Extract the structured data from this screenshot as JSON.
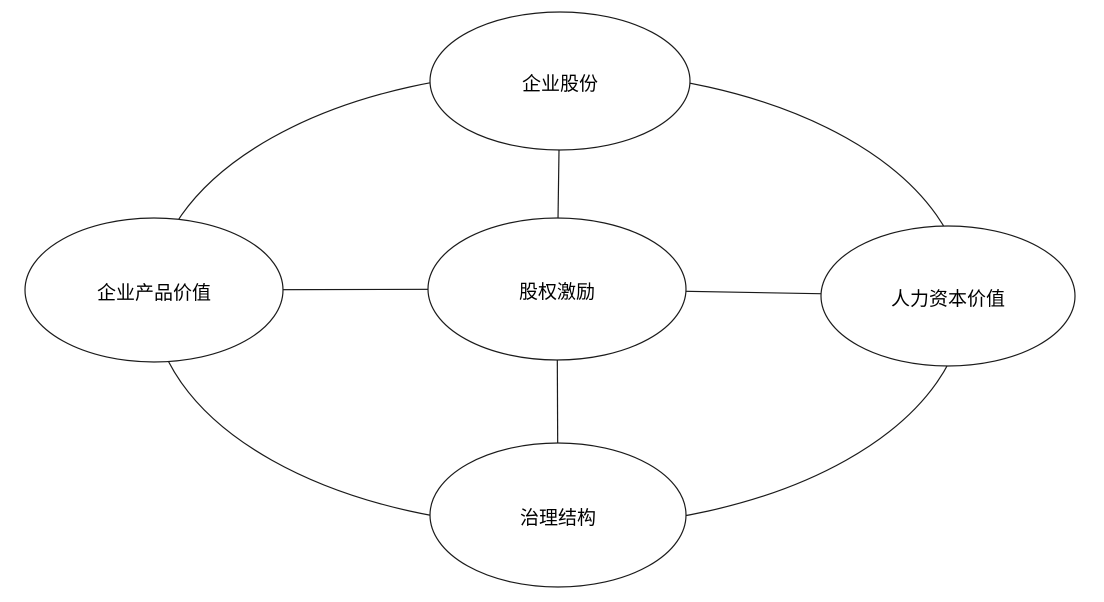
{
  "diagram": {
    "type": "concept-map",
    "background_color": "#ffffff",
    "stroke_color": "#1a1a1a",
    "node_fill_color": "#ffffff",
    "text_color": "#000000",
    "nodes": [
      {
        "id": "top",
        "label": "企业股份"
      },
      {
        "id": "left",
        "label": "企业产品价值"
      },
      {
        "id": "center",
        "label": "股权激励"
      },
      {
        "id": "right",
        "label": "人力资本价值"
      },
      {
        "id": "bottom",
        "label": "治理结构"
      }
    ],
    "edges": [
      {
        "from": "股权激励",
        "to": "企业股份",
        "style": "straight"
      },
      {
        "from": "股权激励",
        "to": "企业产品价值",
        "style": "straight"
      },
      {
        "from": "股权激励",
        "to": "人力资本价值",
        "style": "straight"
      },
      {
        "from": "股权激励",
        "to": "治理结构",
        "style": "straight"
      },
      {
        "from": "企业产品价值",
        "to": "企业股份",
        "style": "arc"
      },
      {
        "from": "企业股份",
        "to": "人力资本价值",
        "style": "arc"
      },
      {
        "from": "人力资本价值",
        "to": "治理结构",
        "style": "arc"
      },
      {
        "from": "治理结构",
        "to": "企业产品价值",
        "style": "arc"
      }
    ]
  }
}
